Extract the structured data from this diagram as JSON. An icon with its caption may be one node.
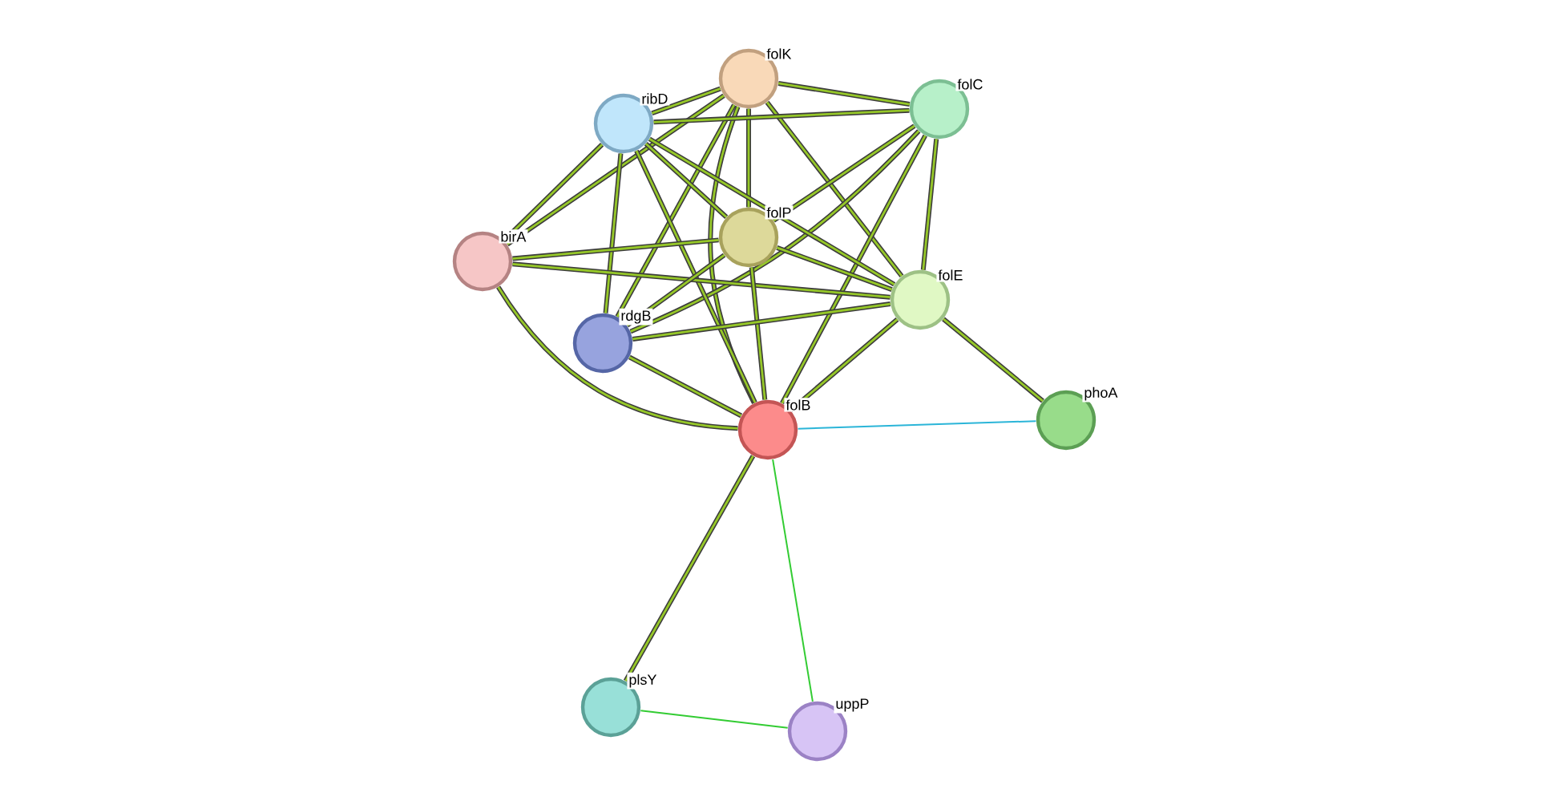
{
  "diagram": {
    "nodes": [
      {
        "text": [
          "folK"
        ]
      },
      {
        "text": [
          "folC"
        ]
      },
      {
        "text": [
          "ribD"
        ]
      },
      {
        "text": [
          "birA"
        ]
      },
      {
        "text": [
          "folP"
        ]
      },
      {
        "text": [
          "folE"
        ]
      },
      {
        "text": [
          "rdgB"
        ]
      },
      {
        "text": [
          "folB"
        ]
      },
      {
        "text": [
          "phoA"
        ]
      },
      {
        "text": [
          "plsY"
        ]
      },
      {
        "text": [
          "uppP"
        ]
      }
    ],
    "edges": [
      {
        "from": 0,
        "to": 1,
        "arrow": "none"
      },
      {
        "from": 0,
        "to": 2,
        "arrow": "none"
      },
      {
        "from": 0,
        "to": 3,
        "arrow": "none"
      },
      {
        "from": 0,
        "to": 4,
        "arrow": "none"
      },
      {
        "from": 0,
        "to": 5,
        "arrow": "none"
      },
      {
        "from": 0,
        "to": 6,
        "arrow": "none"
      },
      {
        "from": 0,
        "to": 7,
        "arrow": "none"
      },
      {
        "from": 1,
        "to": 2,
        "arrow": "none"
      },
      {
        "from": 1,
        "to": 4,
        "arrow": "none"
      },
      {
        "from": 1,
        "to": 5,
        "arrow": "none"
      },
      {
        "from": 1,
        "to": 6,
        "arrow": "none"
      },
      {
        "from": 1,
        "to": 7,
        "arrow": "none"
      },
      {
        "from": 2,
        "to": 3,
        "arrow": "none"
      },
      {
        "from": 2,
        "to": 4,
        "arrow": "none"
      },
      {
        "from": 2,
        "to": 5,
        "arrow": "none"
      },
      {
        "from": 2,
        "to": 6,
        "arrow": "none"
      },
      {
        "from": 2,
        "to": 7,
        "arrow": "none"
      },
      {
        "from": 3,
        "to": 4,
        "arrow": "none"
      },
      {
        "from": 3,
        "to": 5,
        "arrow": "none"
      },
      {
        "from": 3,
        "to": 7,
        "arrow": "none"
      },
      {
        "from": 4,
        "to": 5,
        "arrow": "none"
      },
      {
        "from": 4,
        "to": 6,
        "arrow": "none"
      },
      {
        "from": 4,
        "to": 7,
        "arrow": "none"
      },
      {
        "from": 5,
        "to": 6,
        "arrow": "none"
      },
      {
        "from": 5,
        "to": 7,
        "arrow": "none"
      },
      {
        "from": 5,
        "to": 8,
        "arrow": "none"
      },
      {
        "from": 6,
        "to": 7,
        "arrow": "none"
      },
      {
        "from": 7,
        "to": 8,
        "arrow": "none",
        "color": "#2bb5d8"
      },
      {
        "from": 7,
        "to": 9,
        "arrow": "none"
      },
      {
        "from": 7,
        "to": 10,
        "arrow": "none",
        "color": "#33cc33"
      },
      {
        "from": 9,
        "to": 10,
        "arrow": "none",
        "color": "#33cc33"
      }
    ]
  }
}
